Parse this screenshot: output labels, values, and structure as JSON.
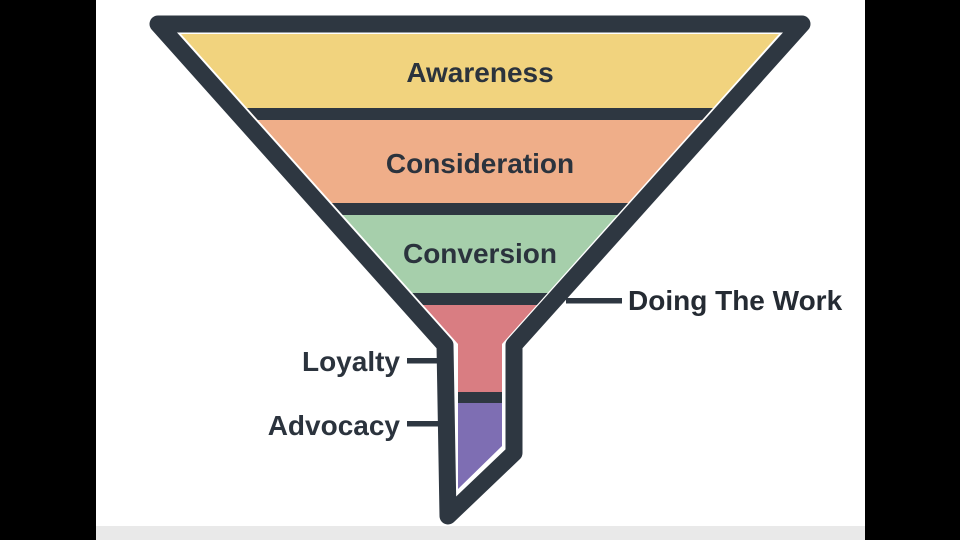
{
  "background": {
    "letterbox_color": "#000000",
    "page_color": "#ffffff",
    "footer_strip_color": "#e9e9e9"
  },
  "funnel": {
    "outline_color": "#2e3741",
    "divider_color": "#2e3741",
    "gap_color": "#ffffff",
    "stage_label_color": "#2b333d",
    "stages": [
      {
        "label": "Awareness",
        "color": "#f1d37e",
        "label_placement": "inside"
      },
      {
        "label": "Consideration",
        "color": "#efae89",
        "label_placement": "inside"
      },
      {
        "label": "Conversion",
        "color": "#a6cfab",
        "label_placement": "inside"
      },
      {
        "label": "Loyalty",
        "color": "#d97d82",
        "label_placement": "outside-left"
      },
      {
        "label": "Advocacy",
        "color": "#7e6eb3",
        "label_placement": "outside-left"
      }
    ]
  },
  "annotation": {
    "label": "Doing The Work",
    "side": "right",
    "color": "#252b33"
  }
}
